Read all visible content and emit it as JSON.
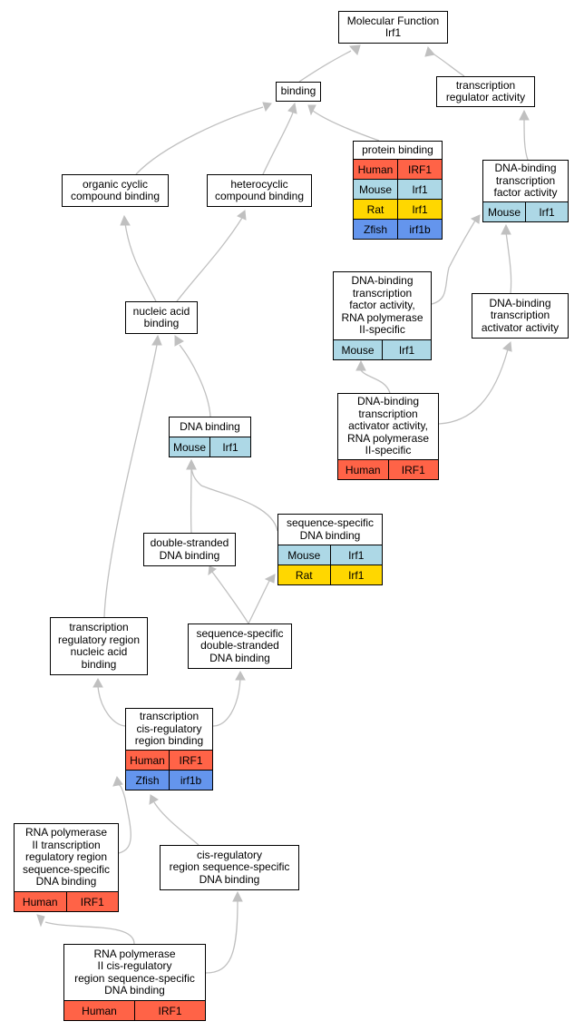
{
  "colors": {
    "Human": "#ff6347",
    "Mouse": "#add8e6",
    "Rat": "#ffd700",
    "Zfish": "#6495ed",
    "edge": "#c0c0c0"
  },
  "nodes": {
    "mf": {
      "lines": [
        "Molecular Function",
        "Irf1"
      ],
      "rows": []
    },
    "bind": {
      "lines": [
        "binding"
      ],
      "rows": []
    },
    "tra": {
      "lines": [
        "transcription",
        "regulator activity"
      ],
      "rows": []
    },
    "prot": {
      "lines": [
        "protein binding"
      ],
      "rows": [
        {
          "species": "Human",
          "gene": "IRF1"
        },
        {
          "species": "Mouse",
          "gene": "Irf1"
        },
        {
          "species": "Rat",
          "gene": "Irf1"
        },
        {
          "species": "Zfish",
          "gene": "irf1b"
        }
      ]
    },
    "occb": {
      "lines": [
        "organic cyclic",
        "compound binding"
      ],
      "rows": []
    },
    "hccb": {
      "lines": [
        "heterocyclic",
        "compound binding"
      ],
      "rows": []
    },
    "dbtf": {
      "lines": [
        "DNA-binding",
        "transcription",
        "factor activity"
      ],
      "rows": [
        {
          "species": "Mouse",
          "gene": "Irf1"
        }
      ]
    },
    "na": {
      "lines": [
        "nucleic acid",
        "binding"
      ],
      "rows": []
    },
    "dbtf2": {
      "lines": [
        "DNA-binding",
        "transcription",
        "factor activity,",
        "RNA polymerase",
        "II-specific"
      ],
      "rows": [
        {
          "species": "Mouse",
          "gene": "Irf1"
        }
      ]
    },
    "dbta": {
      "lines": [
        "DNA-binding",
        "transcription",
        "activator activity"
      ],
      "rows": []
    },
    "dbta2": {
      "lines": [
        "DNA-binding",
        "transcription",
        "activator activity,",
        "RNA polymerase",
        "II-specific"
      ],
      "rows": [
        {
          "species": "Human",
          "gene": "IRF1"
        }
      ]
    },
    "dna": {
      "lines": [
        "DNA binding"
      ],
      "rows": [
        {
          "species": "Mouse",
          "gene": "Irf1"
        }
      ]
    },
    "ds": {
      "lines": [
        "double-stranded",
        "DNA binding"
      ],
      "rows": []
    },
    "ss": {
      "lines": [
        "sequence-specific",
        "DNA binding"
      ],
      "rows": [
        {
          "species": "Mouse",
          "gene": "Irf1"
        },
        {
          "species": "Rat",
          "gene": "Irf1"
        }
      ]
    },
    "trna": {
      "lines": [
        "transcription",
        "regulatory region",
        "nucleic acid",
        "binding"
      ],
      "rows": []
    },
    "ssds": {
      "lines": [
        "sequence-specific",
        "double-stranded",
        "DNA binding"
      ],
      "rows": []
    },
    "tcis": {
      "lines": [
        "transcription",
        "cis-regulatory",
        "region binding"
      ],
      "rows": [
        {
          "species": "Human",
          "gene": "IRF1"
        },
        {
          "species": "Zfish",
          "gene": "irf1b"
        }
      ]
    },
    "rnap": {
      "lines": [
        "RNA polymerase",
        "II transcription",
        "regulatory region",
        "sequence-specific",
        "DNA binding"
      ],
      "rows": [
        {
          "species": "Human",
          "gene": "IRF1"
        }
      ]
    },
    "cis": {
      "lines": [
        "cis-regulatory",
        "region sequence-specific",
        "DNA binding"
      ],
      "rows": []
    },
    "rnap2": {
      "lines": [
        "RNA polymerase",
        "II cis-regulatory",
        "region sequence-specific",
        "DNA binding"
      ],
      "rows": [
        {
          "species": "Human",
          "gene": "IRF1"
        }
      ]
    }
  }
}
